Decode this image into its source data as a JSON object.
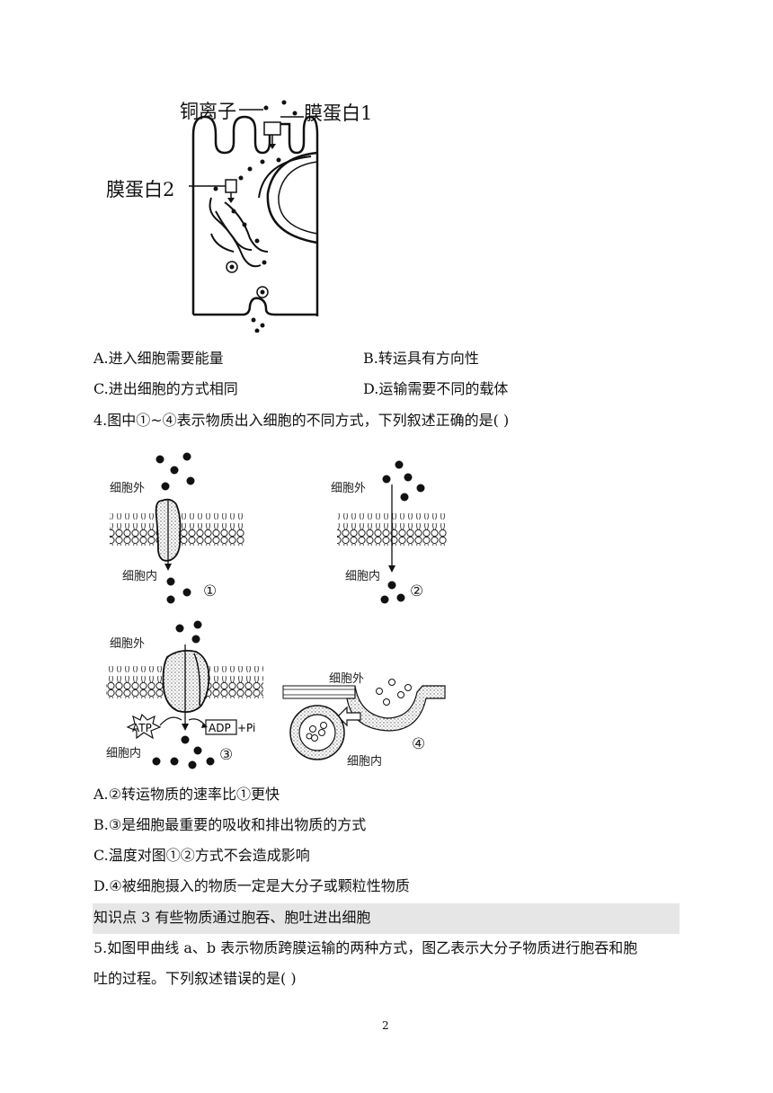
{
  "figure_top": {
    "label_copper_ion": "铜离子",
    "label_protein1": "膜蛋白1",
    "label_protein2": "膜蛋白2"
  },
  "q3_options": [
    {
      "id": "A",
      "text": "A.进入细胞需要能量"
    },
    {
      "id": "B",
      "text": "B.转运具有方向性"
    },
    {
      "id": "C",
      "text": "C.进出细胞的方式相同"
    },
    {
      "id": "D",
      "text": "D.运输需要不同的载体"
    }
  ],
  "q4": {
    "stem": "4.图中①~④表示物质出入细胞的不同方式，下列叙述正确的是(    )",
    "figure": {
      "outside": "细胞外",
      "inside": "细胞内",
      "n1": "①",
      "n2": "②",
      "n3": "③",
      "n4": "④",
      "atp": "ATP",
      "adp": "ADP",
      "pi": "+Pi"
    },
    "options": [
      {
        "id": "A",
        "text": "A.②转运物质的速率比①更快"
      },
      {
        "id": "B",
        "text": "B.③是细胞最重要的吸收和排出物质的方式"
      },
      {
        "id": "C",
        "text": "C.温度对图①②方式不会造成影响"
      },
      {
        "id": "D",
        "text": "D.④被细胞摄入的物质一定是大分子或颗粒性物质"
      }
    ]
  },
  "section_heading": "知识点 3 有些物质通过胞吞、胞吐进出细胞",
  "q5": {
    "line1": "5.如图甲曲线 a、b 表示物质跨膜运输的两种方式，图乙表示大分子物质进行胞吞和胞",
    "line2": "吐的过程。下列叙述错误的是(    )"
  },
  "page_number": "2"
}
